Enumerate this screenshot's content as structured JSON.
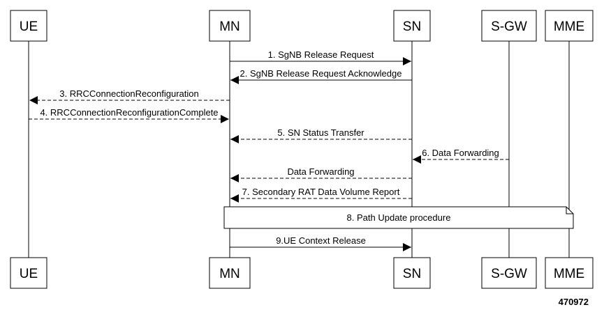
{
  "participants": [
    {
      "id": "ue",
      "label": "UE"
    },
    {
      "id": "mn",
      "label": "MN"
    },
    {
      "id": "sn",
      "label": "SN"
    },
    {
      "id": "sgw",
      "label": "S-GW"
    },
    {
      "id": "mme",
      "label": "MME"
    }
  ],
  "messages": [
    {
      "from": "mn",
      "to": "sn",
      "label": "1. SgNB Release Request",
      "style": "solid"
    },
    {
      "from": "sn",
      "to": "mn",
      "label": "2. SgNB Release Request Acknowledge",
      "style": "solid"
    },
    {
      "from": "mn",
      "to": "ue",
      "label": "3. RRCConnectionReconfiguration",
      "style": "dashed"
    },
    {
      "from": "ue",
      "to": "mn",
      "label": "4. RRCConnectionReconfigurationComplete",
      "style": "dashed"
    },
    {
      "from": "sn",
      "to": "mn",
      "label": "5. SN Status Transfer",
      "style": "dashed"
    },
    {
      "from": "sgw",
      "to": "sn",
      "label": "6. Data Forwarding",
      "style": "dashed"
    },
    {
      "from": "sn",
      "to": "mn",
      "label": "Data Forwarding",
      "style": "dashed"
    },
    {
      "from": "sn",
      "to": "mn",
      "label": "7. Secondary RAT Data Volume Report",
      "style": "dashed"
    },
    {
      "from": "mn",
      "to": "sn",
      "label": "9.UE Context Release",
      "style": "solid"
    }
  ],
  "note": {
    "from": "mn",
    "to": "mme",
    "label": "8. Path Update procedure"
  },
  "figure_number": "470972"
}
